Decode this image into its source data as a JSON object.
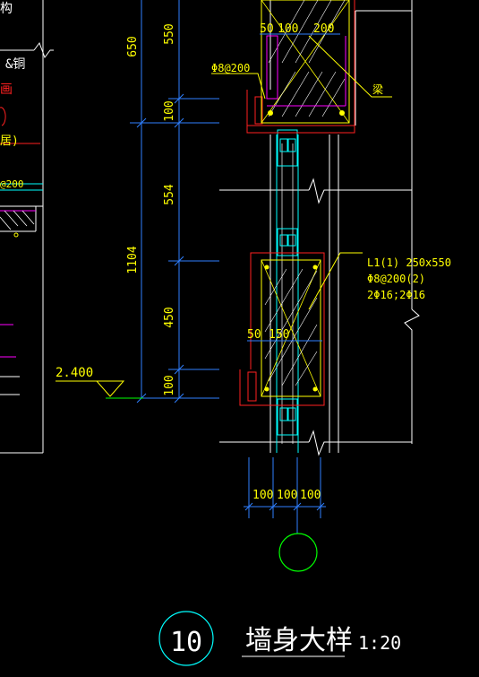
{
  "colors": {
    "background": "#000000",
    "white": "#ffffff",
    "yellow": "#ffff00",
    "cyan": "#00ffff",
    "dimension": "#2f7fff",
    "magenta": "#ff00ff",
    "red": "#ff2020",
    "green": "#00ff00"
  },
  "left_fragment": {
    "text_top": "构",
    "text_copper": "&铜",
    "text_red_1": "画",
    "text_red_2": "居)",
    "text_rebar": "@200"
  },
  "dimensions_vertical_outer": [
    "650",
    "1104"
  ],
  "dimensions_vertical_inner": [
    "550",
    "100",
    "554",
    "450",
    "100"
  ],
  "top_section": {
    "widths": [
      "50",
      "100",
      "200"
    ],
    "stirrup": "Φ8@200",
    "beam_note": "梁"
  },
  "beam_l1": {
    "name": "L1(1) 250x550",
    "stirrup": "Φ8@200(2)",
    "bars": "2Φ16;2Φ16",
    "widths": [
      "50",
      "150"
    ]
  },
  "level_mark": "2.400",
  "bottom_dims": [
    "100",
    "100",
    "100"
  ],
  "title": {
    "number": "10",
    "name": "墙身大样",
    "scale": "1:20"
  }
}
